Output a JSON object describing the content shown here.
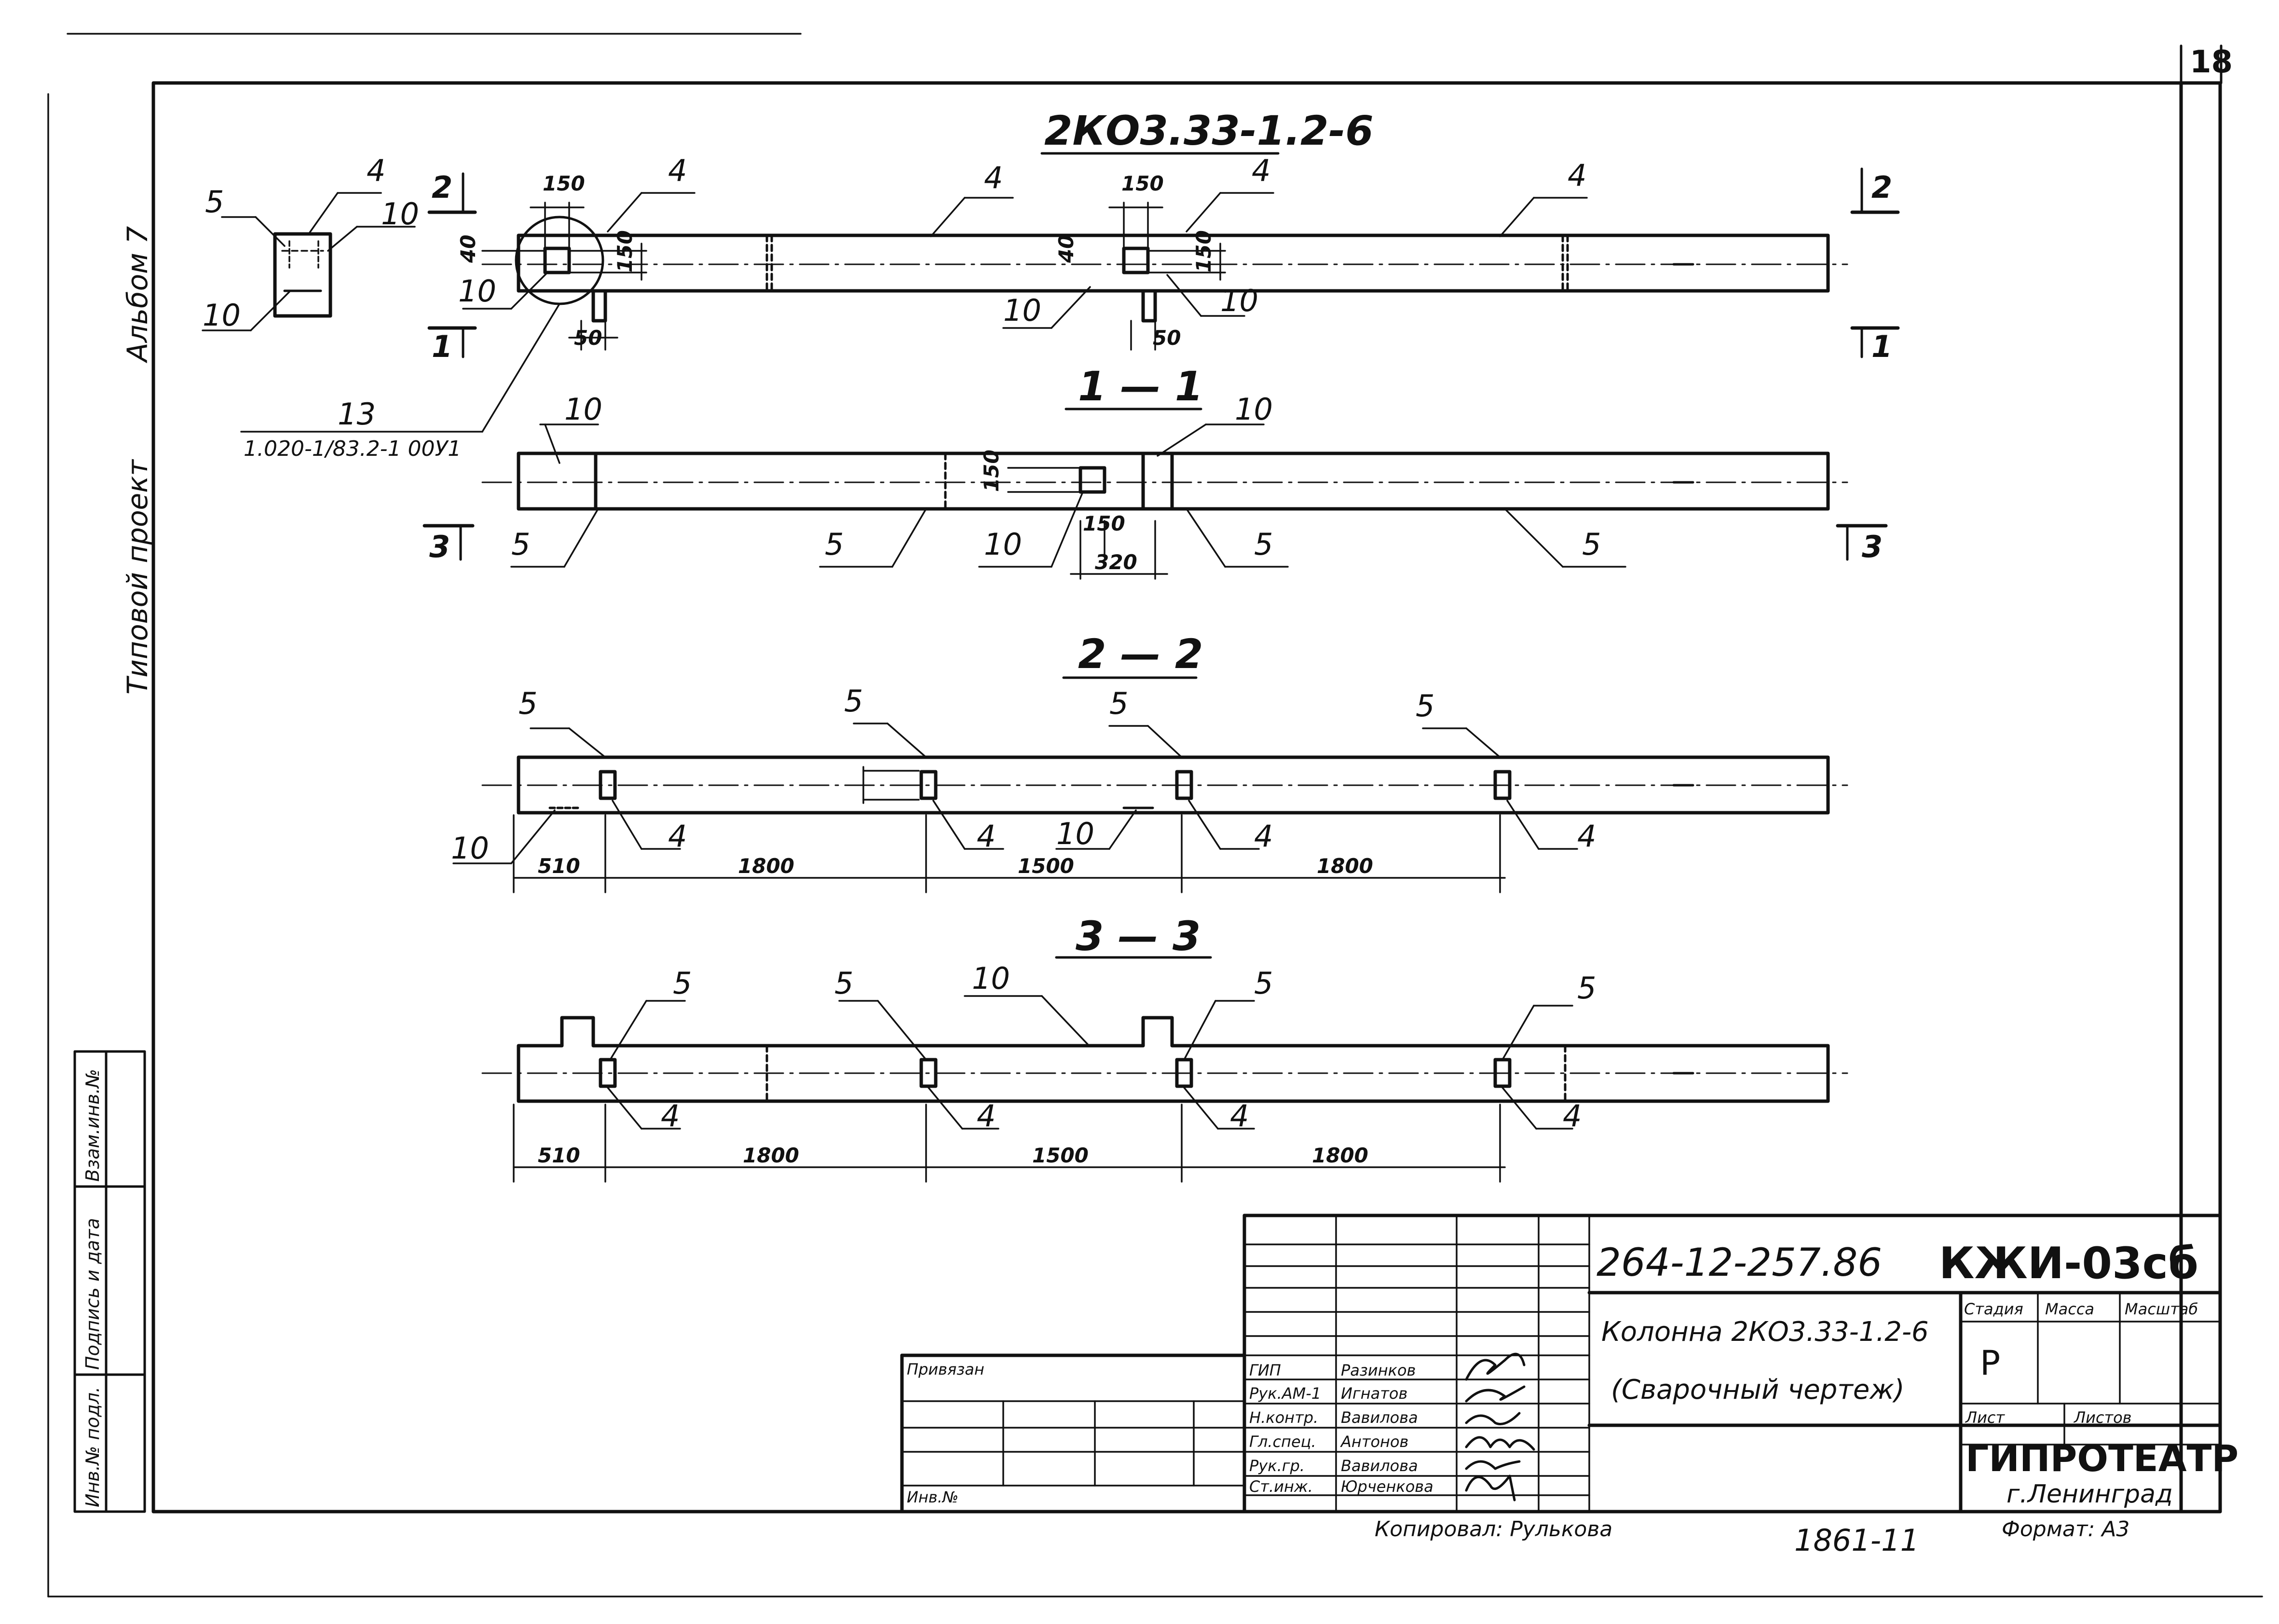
{
  "sheet": {
    "number": "18",
    "sidebar_album": "Альбом 7",
    "sidebar_project": "Типовой проект",
    "stamp_vzam": "Взам.инв.№",
    "stamp_podpis": "Подпись и дата",
    "stamp_inv": "Инв.№ подл.",
    "copied_by": "Копировал: Рулькова",
    "bottom_number": "1861-11",
    "format": "Формат: А3"
  },
  "drawing": {
    "title": "2КО3.33-1.2-6",
    "section_1": "1 — 1",
    "section_2": "2 — 2",
    "section_3": "3 — 3",
    "cut_1": "1",
    "cut_2": "2",
    "cut_3": "3",
    "ref_13": "13",
    "ref_13_doc": "1.020-1/83.2-1 00У1",
    "mark_4": "4",
    "mark_5": "5",
    "mark_10": "10",
    "dim_150": "150",
    "dim_40": "40",
    "dim_50": "50",
    "dim_320": "320",
    "dim_510": "510",
    "dim_1800": "1800",
    "dim_1500": "1500"
  },
  "title_block": {
    "code": "264-12-257.86",
    "mark": "КЖИ-03сб",
    "name_line1": "Колонна 2КО3.33-1.2-6",
    "name_line2": "(Сварочный чертеж)",
    "stage_hdr": "Стадия",
    "mass_hdr": "Масса",
    "scale_hdr": "Масштаб",
    "stage_val": "Р",
    "sheet_hdr": "Лист",
    "sheets_hdr": "Листов",
    "org": "ГИПРОТЕАТР",
    "city": "г.Ленинград",
    "privyazan": "Привязан",
    "inv_no": "Инв.№",
    "roles": [
      "ГИП",
      "Рук.АМ-1",
      "Н.контр.",
      "Гл.спец.",
      "Рук.гр.",
      "Ст.инж."
    ],
    "people": [
      "Разинков",
      "Игнатов",
      "Вавилова",
      "Антонов",
      "Вавилова",
      "Юрченкова"
    ]
  }
}
